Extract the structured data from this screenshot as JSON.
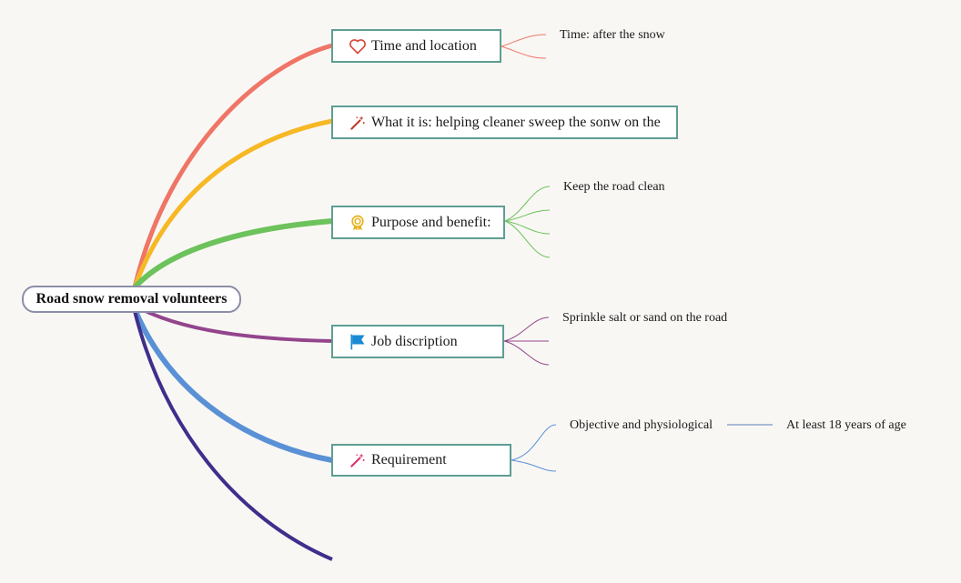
{
  "root": {
    "label": "Road snow removal volunteers"
  },
  "branches": [
    {
      "label": "Time and location",
      "icon": "heart-icon",
      "color": "#ef7566",
      "children": [
        "Time: after the snow",
        ""
      ]
    },
    {
      "label": "What it is: helping cleaner sweep the sonw  on the",
      "icon": "magic-wand-icon",
      "color": "#f6b825",
      "children": []
    },
    {
      "label": "Purpose and benefit:",
      "icon": "award-ribbon-icon",
      "color": "#6cc25b",
      "children": [
        "Keep the road clean",
        "",
        "",
        ""
      ]
    },
    {
      "label": "Job discription",
      "icon": "flag-icon",
      "color": "#93458c",
      "children": [
        "Sprinkle salt or sand on the road",
        "",
        ""
      ]
    },
    {
      "label": "Requirement",
      "icon": "magic-wand-icon",
      "color": "#5a91d6",
      "children": [
        "Objective and physiological",
        ""
      ],
      "grandchild": "At least 18 years of age"
    },
    {
      "label": "",
      "icon": "",
      "color": "#3f2f8c",
      "children": []
    }
  ]
}
